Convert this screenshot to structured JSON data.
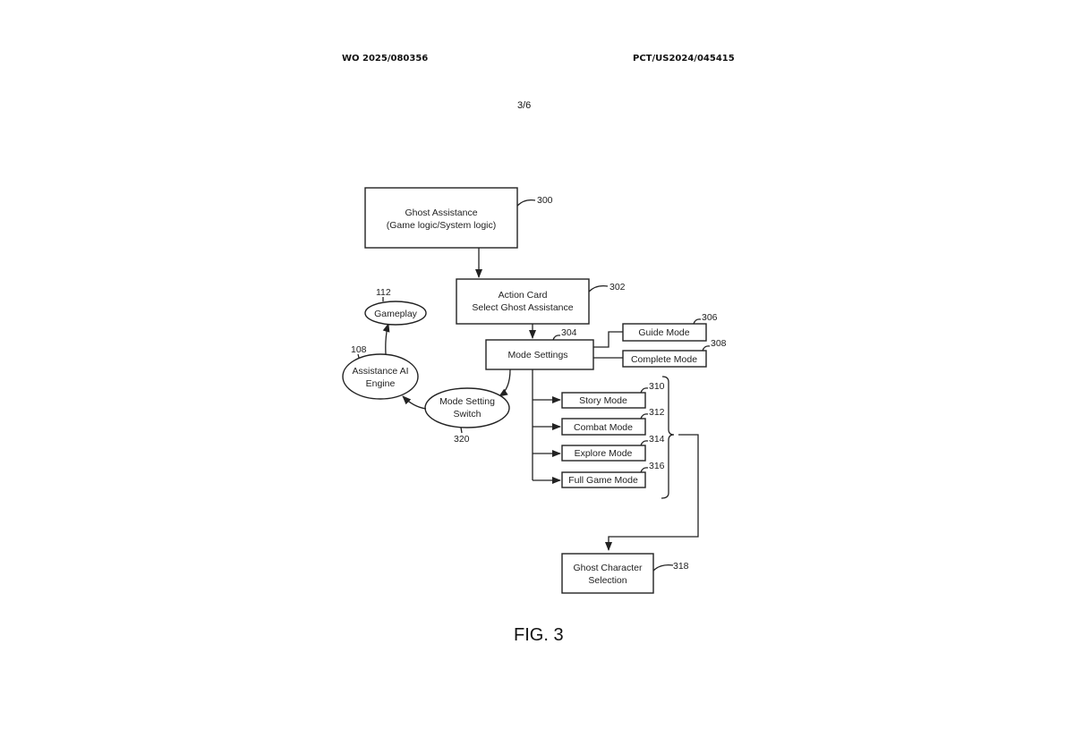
{
  "header": {
    "publication_number": "WO 2025/080356",
    "application_number": "PCT/US2024/045415",
    "sheet": "3/6"
  },
  "figure_label": "FIG. 3",
  "nodes": {
    "ghost_assistance": {
      "ref": "300",
      "line1": "Ghost Assistance",
      "line2": "(Game logic/System logic)"
    },
    "action_card": {
      "ref": "302",
      "line1": "Action Card",
      "line2": "Select Ghost Assistance"
    },
    "mode_settings": {
      "ref": "304",
      "label": "Mode Settings"
    },
    "guide_mode": {
      "ref": "306",
      "label": "Guide Mode"
    },
    "complete_mode": {
      "ref": "308",
      "label": "Complete Mode"
    },
    "story_mode": {
      "ref": "310",
      "label": "Story Mode"
    },
    "combat_mode": {
      "ref": "312",
      "label": "Combat Mode"
    },
    "explore_mode": {
      "ref": "314",
      "label": "Explore Mode"
    },
    "full_game_mode": {
      "ref": "316",
      "label": "Full Game Mode"
    },
    "ghost_character": {
      "ref": "318",
      "line1": "Ghost Character",
      "line2": "Selection"
    },
    "mode_switch": {
      "ref": "320",
      "line1": "Mode Setting",
      "line2": "Switch"
    },
    "ai_engine": {
      "ref": "108",
      "line1": "Assistance AI",
      "line2": "Engine"
    },
    "gameplay": {
      "ref": "112",
      "label": "Gameplay"
    }
  }
}
